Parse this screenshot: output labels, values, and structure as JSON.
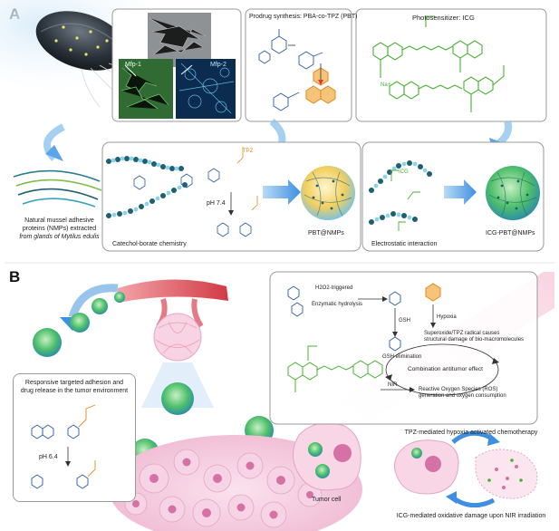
{
  "panels": {
    "a": {
      "letter": "A"
    },
    "b": {
      "letter": "B"
    }
  },
  "panel_a": {
    "micro_labels": {
      "mfp1": "Mfp-1",
      "mfp2": "Mfp-2"
    },
    "prodrug_title": "Prodrug synthesis: PBA-co-TPZ (PBT)",
    "photosensitizer_title": "Photosensitizer: ICG",
    "nmp_caption": [
      "Natural mussel adhesive",
      "proteins (NMPs) extracted",
      "from glands of Mytilus edulis"
    ],
    "catechol_borate": "Catechol-borate chemistry",
    "ph_74": "pH 7.4",
    "pbt_nmps": "PBT@NMPs",
    "electrostatic": "Electrostatic interaction",
    "icg_pbt_nmps": "ICG-PBT@NMPs",
    "tpz_tag": "TPZ",
    "icg_tag": "ICG",
    "na_tag": "Na+"
  },
  "panel_b": {
    "adhesion_title": [
      "Responsive targeted adhesion and",
      "drug release in the tumor environment"
    ],
    "ph_64": "pH 6.4",
    "h2o2": "H2O2-triggered",
    "enzymatic": "Enzymatic hydrolysis",
    "gsh": "GSH",
    "hypoxia": "Hypoxia",
    "gsh_elim": "GSH elimination",
    "superoxide": [
      "Superoxide/TPZ radical causes",
      "structural damage of bio-macromolecules"
    ],
    "combination": "Combination antitumor effect",
    "nir": "NIR",
    "ros": [
      "Reactive Oxygen Species (ROS)",
      "generation and oxygen consumption"
    ],
    "tpz_mediated": "TPZ-mediated hypoxia activated chemotherapy",
    "icg_mediated": "ICG-mediated oxidative damage upon NIR irradiation",
    "tumor_cell": "Tumor cell"
  },
  "colors": {
    "accent_blue": "#3f8fe0",
    "icg_green": "#49b033",
    "tpz_orange": "#e08a1e",
    "tumor_pink": "#f3c6dc",
    "nmp_teal": "#2c7f8f"
  }
}
